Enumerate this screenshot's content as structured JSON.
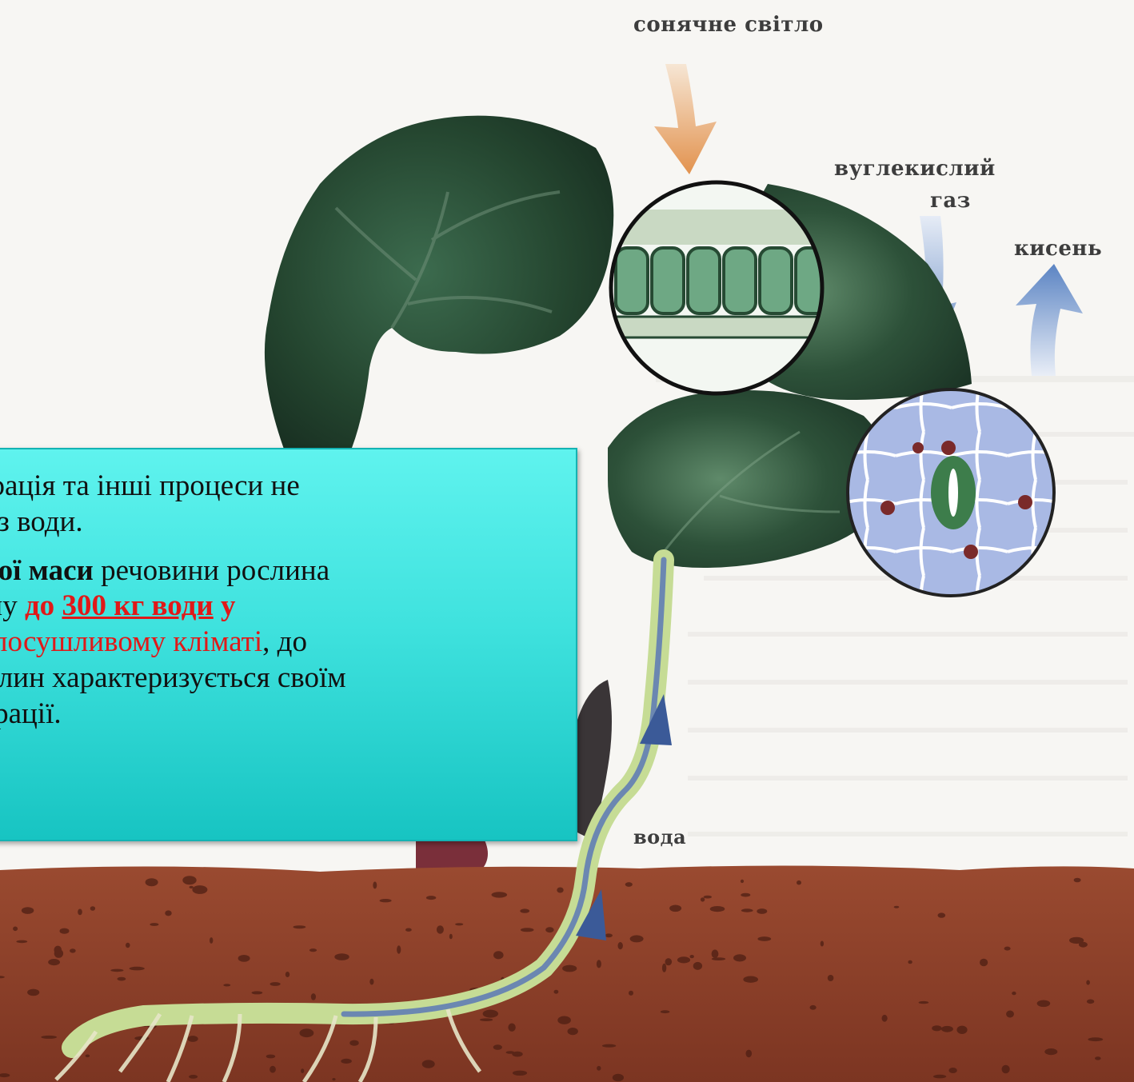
{
  "labels": {
    "sunlight": "сонячне світло",
    "co2_line1": "вуглекислий",
    "co2_line2": "газ",
    "oxygen": "кисень",
    "water": "вода"
  },
  "textbox": {
    "p1": "іграція та інші процеси не",
    "p2": "без води.",
    "p3_bold": "ухої маси",
    "p3_rest": " речовини рослина",
    "p4_plain": "ому ",
    "p4_red_bold": "до ",
    "p4_red_bold_underlined": "300 кг води",
    "p4_red_bold_tail": " у",
    "p5_red": "у посушливому кліматі",
    "p5_rest": ", до",
    "p6": "ослин характеризується своїм",
    "p7": "пірації."
  },
  "colors": {
    "leaf_dark": "#1f3b2c",
    "leaf_mid": "#2f5a41",
    "soil": "#8a3c27",
    "stem": "#bfd88a",
    "arrow_sun": "#e49a5a",
    "arrow_blue": "#5e86c2",
    "textbox_bg": "#3fe2de",
    "highlight_red": "#e01919"
  }
}
